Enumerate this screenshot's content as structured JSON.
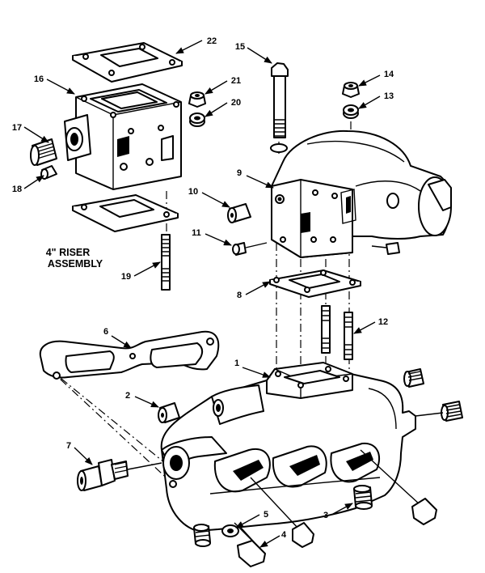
{
  "riser_label": {
    "line1": "4\" RISER",
    "line2": "ASSEMBLY"
  },
  "callouts": [
    {
      "num": "1"
    },
    {
      "num": "2"
    },
    {
      "num": "3"
    },
    {
      "num": "4"
    },
    {
      "num": "5"
    },
    {
      "num": "6"
    },
    {
      "num": "7"
    },
    {
      "num": "8"
    },
    {
      "num": "9"
    },
    {
      "num": "10"
    },
    {
      "num": "11"
    },
    {
      "num": "12"
    },
    {
      "num": "13"
    },
    {
      "num": "14"
    },
    {
      "num": "15"
    },
    {
      "num": "16"
    },
    {
      "num": "17"
    },
    {
      "num": "18"
    },
    {
      "num": "19"
    },
    {
      "num": "20"
    },
    {
      "num": "21"
    },
    {
      "num": "22"
    }
  ]
}
